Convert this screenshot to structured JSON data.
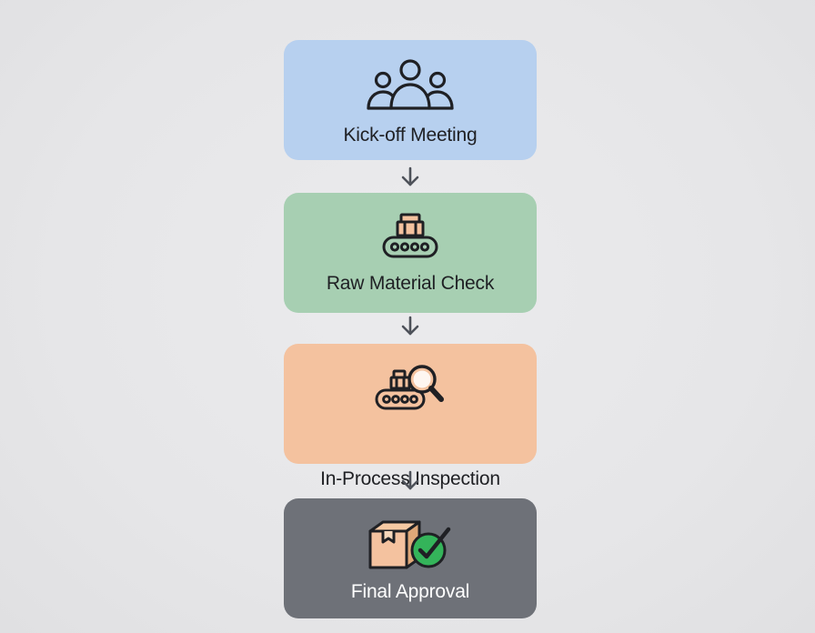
{
  "flowchart": {
    "steps": [
      {
        "label": "Kick-off Meeting",
        "icon": "people-group-icon",
        "color": "#b7d0ef"
      },
      {
        "label": "Raw Material Check",
        "icon": "conveyor-box-icon",
        "color": "#a7cfb2"
      },
      {
        "label": "In-Process Inspection",
        "icon": "conveyor-magnifier-icon",
        "color": "#f4c29f"
      },
      {
        "label": "Final Approval",
        "icon": "box-checkmark-icon",
        "color": "#6e7178"
      }
    ],
    "arrow_icon": "arrow-down-icon"
  }
}
